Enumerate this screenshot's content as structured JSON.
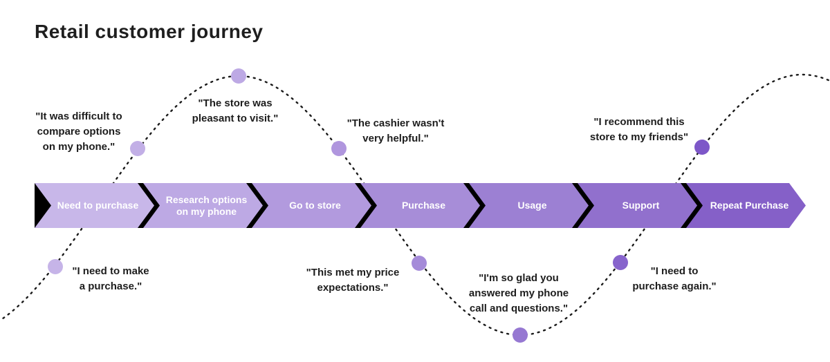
{
  "title": "Retail customer journey",
  "stages": [
    {
      "label": "Need to purchase",
      "color": "#c8b7e9"
    },
    {
      "label": "Research options on my phone",
      "color": "#bda9e4"
    },
    {
      "label": "Go to store",
      "color": "#b29ade"
    },
    {
      "label": "Purchase",
      "color": "#a78dd8"
    },
    {
      "label": "Usage",
      "color": "#9c80d3"
    },
    {
      "label": "Support",
      "color": "#9170cd"
    },
    {
      "label": "Repeat Purchase",
      "color": "#8560c8"
    }
  ],
  "quotes": [
    {
      "id": "difficult-to-compare",
      "lines": [
        "\"It was difficult to",
        "compare options",
        "on my phone.\""
      ]
    },
    {
      "id": "store-pleasant",
      "lines": [
        "\"The store was",
        "pleasant to visit.\""
      ]
    },
    {
      "id": "cashier-not-helpful",
      "lines": [
        "\"The cashier wasn't",
        "very helpful.\""
      ]
    },
    {
      "id": "recommend-store",
      "lines": [
        "\"I recommend this",
        "store to my friends\""
      ]
    },
    {
      "id": "need-to-make-purchase",
      "lines": [
        "\"I need to make",
        "a purchase.\""
      ]
    },
    {
      "id": "met-price-expectations",
      "lines": [
        "\"This met my price",
        "expectations.\""
      ]
    },
    {
      "id": "glad-answered-phone",
      "lines": [
        "\"I'm so glad you",
        "answered my phone",
        "call and questions.\""
      ]
    },
    {
      "id": "purchase-again",
      "lines": [
        "\"I need to",
        "purchase again.\""
      ]
    }
  ],
  "dots": [
    {
      "color": "#c6b4e8"
    },
    {
      "color": "#c2afe6"
    },
    {
      "color": "#bda9e4"
    },
    {
      "color": "#b096de"
    },
    {
      "color": "#a58bd9"
    },
    {
      "color": "#9678d2"
    },
    {
      "color": "#8764cc"
    },
    {
      "color": "#7d57c8"
    }
  ],
  "colors": {
    "curve": "#1a1a1a",
    "separator": "#000000",
    "stage_label_text": "#ffffff",
    "quote_text": "#1d1d1d"
  }
}
